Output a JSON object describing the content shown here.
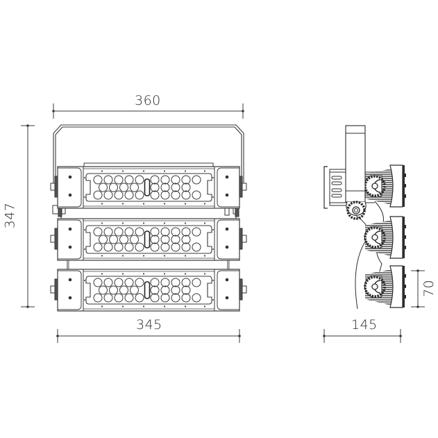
{
  "drawing": {
    "title": "Floodlight luminaire dimensional drawing",
    "units": "mm",
    "colors": {
      "line": "#3a3a3a",
      "background": "#ffffff",
      "hatch": "#2b2b2b"
    }
  },
  "front_view": {
    "modules": 3,
    "led_rows": [
      10,
      9,
      10
    ],
    "dimensions": {
      "overall_width": "360",
      "overall_height": "347",
      "module_width": "345"
    }
  },
  "side_view": {
    "modules": 3,
    "dimensions": {
      "depth": "145",
      "module_height": "70"
    }
  }
}
